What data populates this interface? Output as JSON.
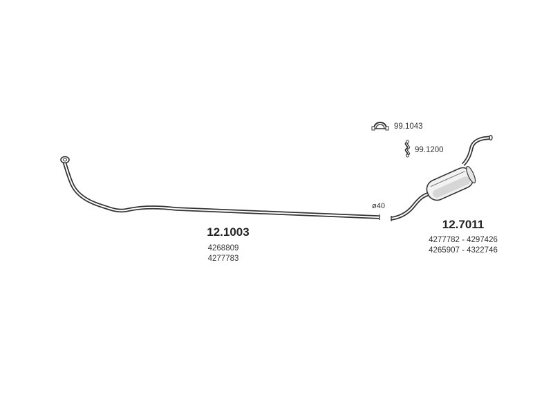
{
  "colors": {
    "line": "#333333",
    "text": "#222222",
    "fill": "#f2f2f2",
    "shade": "#d6d6d6"
  },
  "parts": [
    {
      "part_number": "12.1003",
      "oem_numbers": [
        "4268809",
        "4277783"
      ]
    },
    {
      "part_number": "12.7011",
      "oem_numbers": [
        "4277782 - 4297426",
        "4265907 - 4322746"
      ]
    }
  ],
  "accessories": [
    {
      "code": "99.1043",
      "icon": "clamp-ring-icon"
    },
    {
      "code": "99.1200",
      "icon": "hanger-spring-icon"
    }
  ],
  "annotations": {
    "diameter": "ø40"
  }
}
